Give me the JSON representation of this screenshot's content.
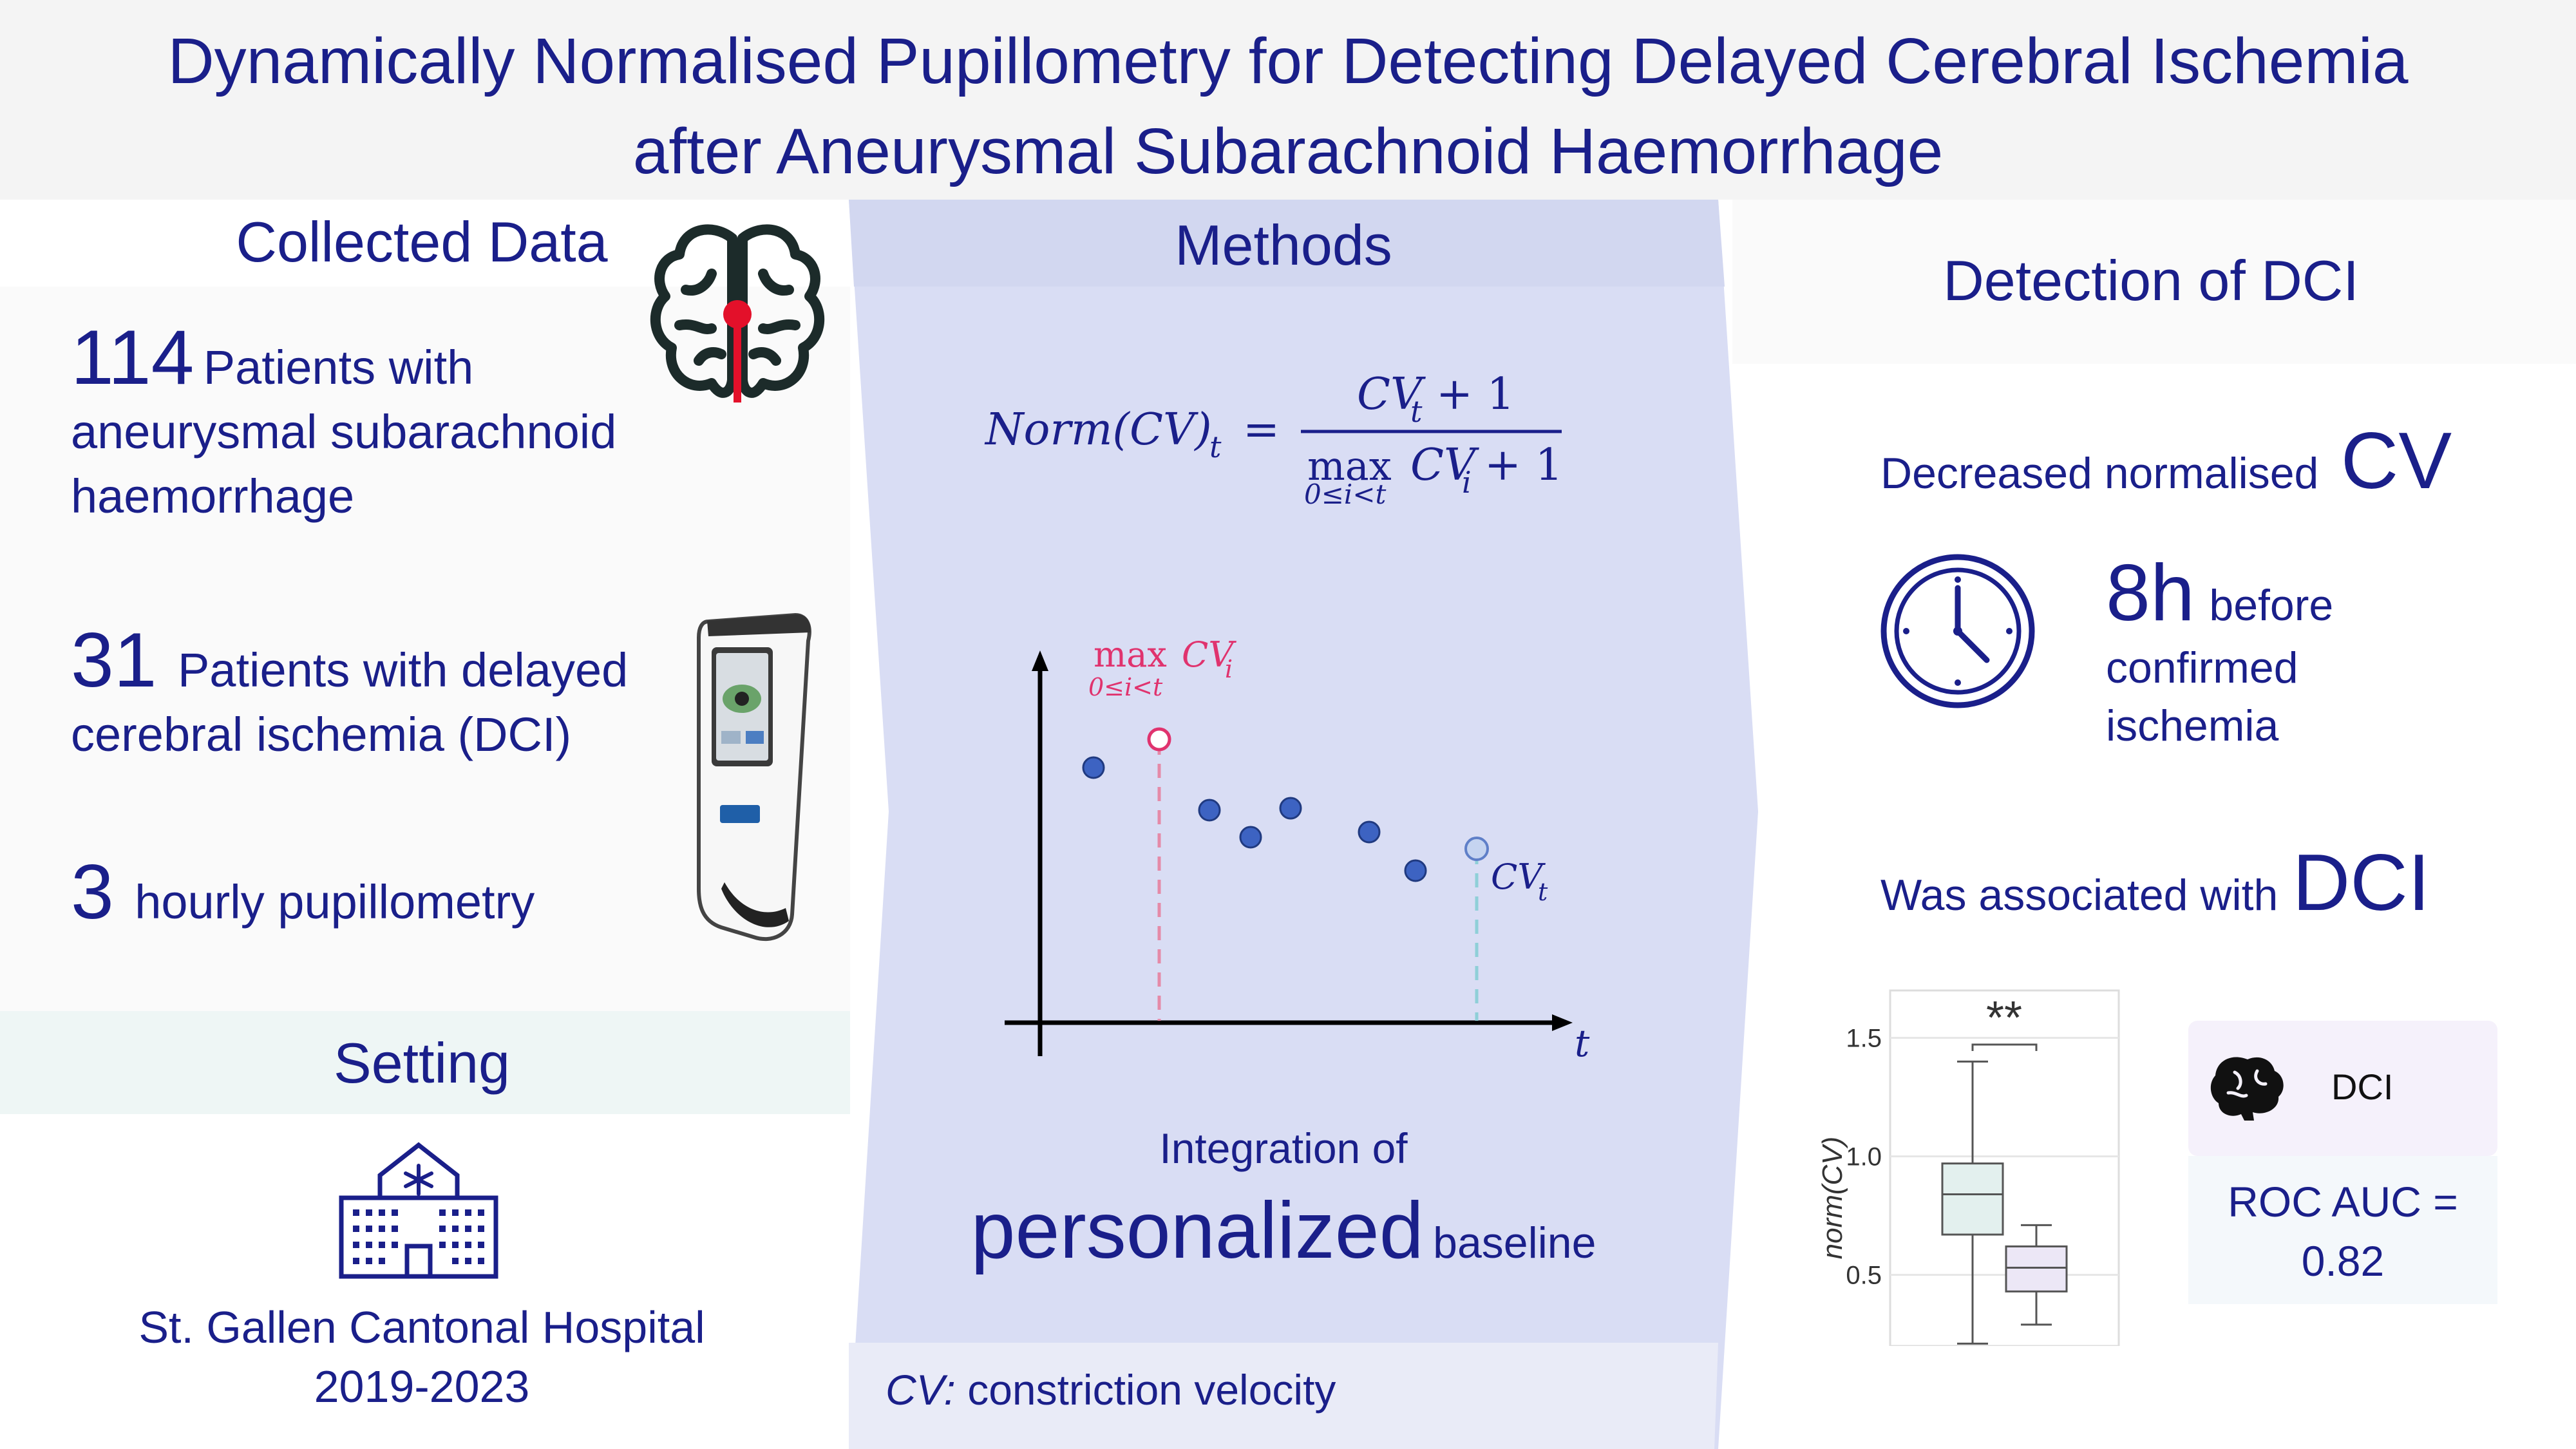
{
  "title": {
    "line1": "Dynamically Normalised Pupillometry for Detecting Delayed Cerebral Ischemia",
    "line2": "after Aneurysmal Subarachnoid Haemorrhage"
  },
  "collected": {
    "heading": "Collected Data",
    "patients_num": "114",
    "patients_line1": "Patients with",
    "patients_line2": "aneurysmal subarachnoid",
    "patients_line3": "haemorrhage",
    "dci_num": "31",
    "dci_line1": "Patients with delayed",
    "dci_line2": "cerebral ischemia (DCI)",
    "hourly_num": "3",
    "hourly_text": "hourly pupillometry"
  },
  "setting": {
    "heading": "Setting",
    "hospital": "St. Gallen Cantonal Hospital",
    "years": "2019-2023"
  },
  "methods": {
    "heading": "Methods",
    "integration": "Integration of",
    "personalized": "personalized",
    "baseline": "baseline",
    "footnote_abbr": "CV:",
    "footnote_text": "constriction velocity"
  },
  "formula": {
    "lhs": "Norm(CV)",
    "lhs_sub": "t",
    "numerator": "CV",
    "num_sub": "t",
    "num_tail": "+ 1",
    "max": "max",
    "max_range": "0≤i<t",
    "den_cv": "CV",
    "den_sub": "i",
    "den_tail": "+ 1"
  },
  "method_plot": {
    "max_label": "max",
    "max_cv": "CV",
    "max_sub": "i",
    "max_range": "0≤i<t",
    "cvt_label": "CV",
    "cvt_sub": "t",
    "t_axis": "t",
    "colors": {
      "point": "#3d63c2",
      "max": "#e0336e",
      "current": "#5bb8c8"
    }
  },
  "detection": {
    "heading": "Detection of DCI",
    "decreased": "Decreased normalised",
    "cv": "CV",
    "hours": "8h",
    "before": "before",
    "confirmed": "confirmed",
    "ischemia": "ischemia",
    "associated": "Was associated with",
    "dci": "DCI"
  },
  "chart_data": {
    "type": "box",
    "ylabel": "norm(CV)",
    "ylim": [
      0.2,
      1.7
    ],
    "yticks": [
      "1.5",
      "1.0",
      "0.5"
    ],
    "significance": "**",
    "series": [
      {
        "min": 0.21,
        "q1": 0.67,
        "median": 0.84,
        "q3": 0.97,
        "max": 1.4,
        "color": "#e3f0ee"
      },
      {
        "name": "DCI",
        "min": 0.29,
        "q1": 0.43,
        "median": 0.53,
        "q3": 0.62,
        "max": 0.71,
        "color": "#ece7f6"
      }
    ],
    "legend": {
      "label": "DCI"
    }
  },
  "roc": {
    "line1": "ROC AUC =",
    "line2": "0.82"
  }
}
